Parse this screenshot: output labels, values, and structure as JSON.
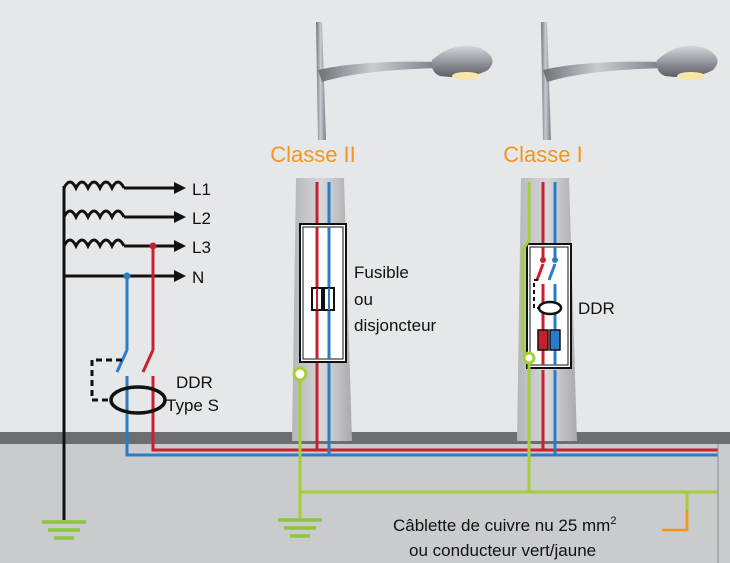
{
  "titles": {
    "class2": "Classe II",
    "class1": "Classe I"
  },
  "phases": {
    "l1": "L1",
    "l2": "L2",
    "l3": "L3",
    "n": "N"
  },
  "labels": {
    "ddr_s_line1": "DDR",
    "ddr_s_line2": "Type S",
    "fuse_line1": "Fusible",
    "fuse_line2": "ou",
    "fuse_line3": "disjoncteur",
    "ddr": "DDR",
    "cable_line1": "Câblette de cuivre nu 25 mm",
    "cable_sup": "2",
    "cable_line2": "ou conducteur vert/jaune"
  },
  "colors": {
    "background_upper": "#e6e7e8",
    "background_ground": "#c9cbcd",
    "ground_line": "#6c6e72",
    "phase_wire": "#c8202f",
    "neutral_wire": "#2a7cc7",
    "earth_wire": "#a6ce39",
    "earth_symbol": "#8cc63f",
    "title_accent": "#f7941d",
    "callout": "#f7941d",
    "pole": "#c2c4c6",
    "black": "#111111"
  }
}
